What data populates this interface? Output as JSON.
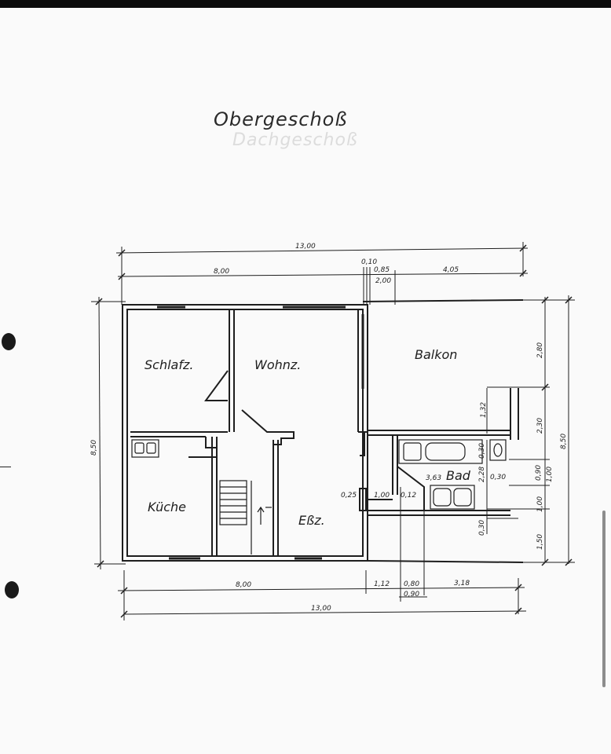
{
  "title": "Obergeschoß",
  "ghost_title": "Dachgeschoß",
  "rooms": {
    "schlafz": "Schlafz.",
    "wohnz": "Wohnz.",
    "balkon": "Balkon",
    "kueche": "Küche",
    "essz": "Eßz.",
    "bad": "Bad"
  },
  "dims": {
    "top_total": "13,00",
    "top_left": "8,00",
    "top_010": "0,10",
    "top_085": "0,85",
    "top_200": "2,00",
    "top_405": "4,05",
    "left_850": "8,50",
    "right_850": "8,50",
    "r_280": "2,80",
    "r_230": "2,30",
    "r_132": "1,32",
    "r_090": "0,90",
    "r_100a": "1,00",
    "r_100b": "1,00",
    "r_150": "1,50",
    "bad_030a": "0,30",
    "bad_228": "2,28",
    "bad_363": "3,63",
    "bad_030b": "0,30",
    "bad_030c": "0,30",
    "mid_025": "0,25",
    "mid_100": "1,00",
    "mid_012": "0,12",
    "bot_800": "8,00",
    "bot_112": "1,12",
    "bot_080": "0,80",
    "bot_318": "3,18",
    "bot_090": "0,90",
    "bot_total": "13,00"
  }
}
